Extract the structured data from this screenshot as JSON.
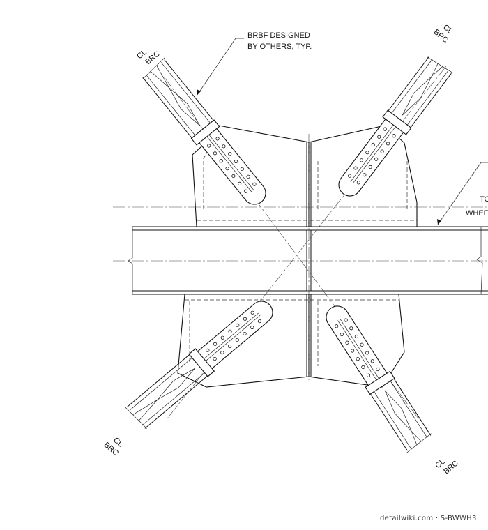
{
  "notes": {
    "brbf_line1": "BRBF DESIGNED",
    "brbf_line2": "BY OTHERS, TYP.",
    "right_line1": "TO",
    "right_line2": "WHEF"
  },
  "brace_labels": {
    "top_left": {
      "line1": "CL",
      "line2": "BRC"
    },
    "top_right": {
      "line1": "CL",
      "line2": "BRC"
    },
    "bottom_left": {
      "line1": "CL",
      "line2": "BRC"
    },
    "bottom_right": {
      "line1": "CL",
      "line2": "BRC"
    }
  },
  "watermark": "detailwiki.com · S-BWWH3"
}
